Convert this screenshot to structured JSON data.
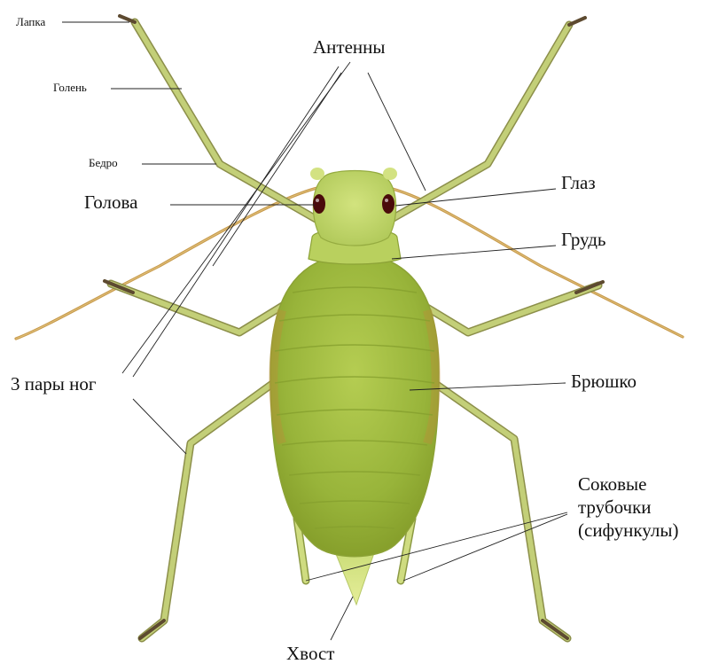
{
  "labels": {
    "tarsus": "Лапка",
    "tibia": "Голень",
    "femur": "Бедро",
    "antennae": "Антенны",
    "head": "Голова",
    "eye": "Глаз",
    "thorax": "Грудь",
    "legs": "3 пары ног",
    "abdomen": "Брюшко",
    "siphunculi_line1": "Соковые",
    "siphunculi_line2": "трубочки",
    "siphunculi_line3": "(сифункулы)",
    "tail": "Хвост"
  },
  "colors": {
    "body": "#a9c24a",
    "body_light": "#c9dc72",
    "body_dark": "#7f9a2a",
    "leg": "#b8c870",
    "leg_dark": "#6f7038",
    "antenna": "#c89a4a",
    "eye": "#4a0b0b",
    "leader_line": "#222222"
  }
}
